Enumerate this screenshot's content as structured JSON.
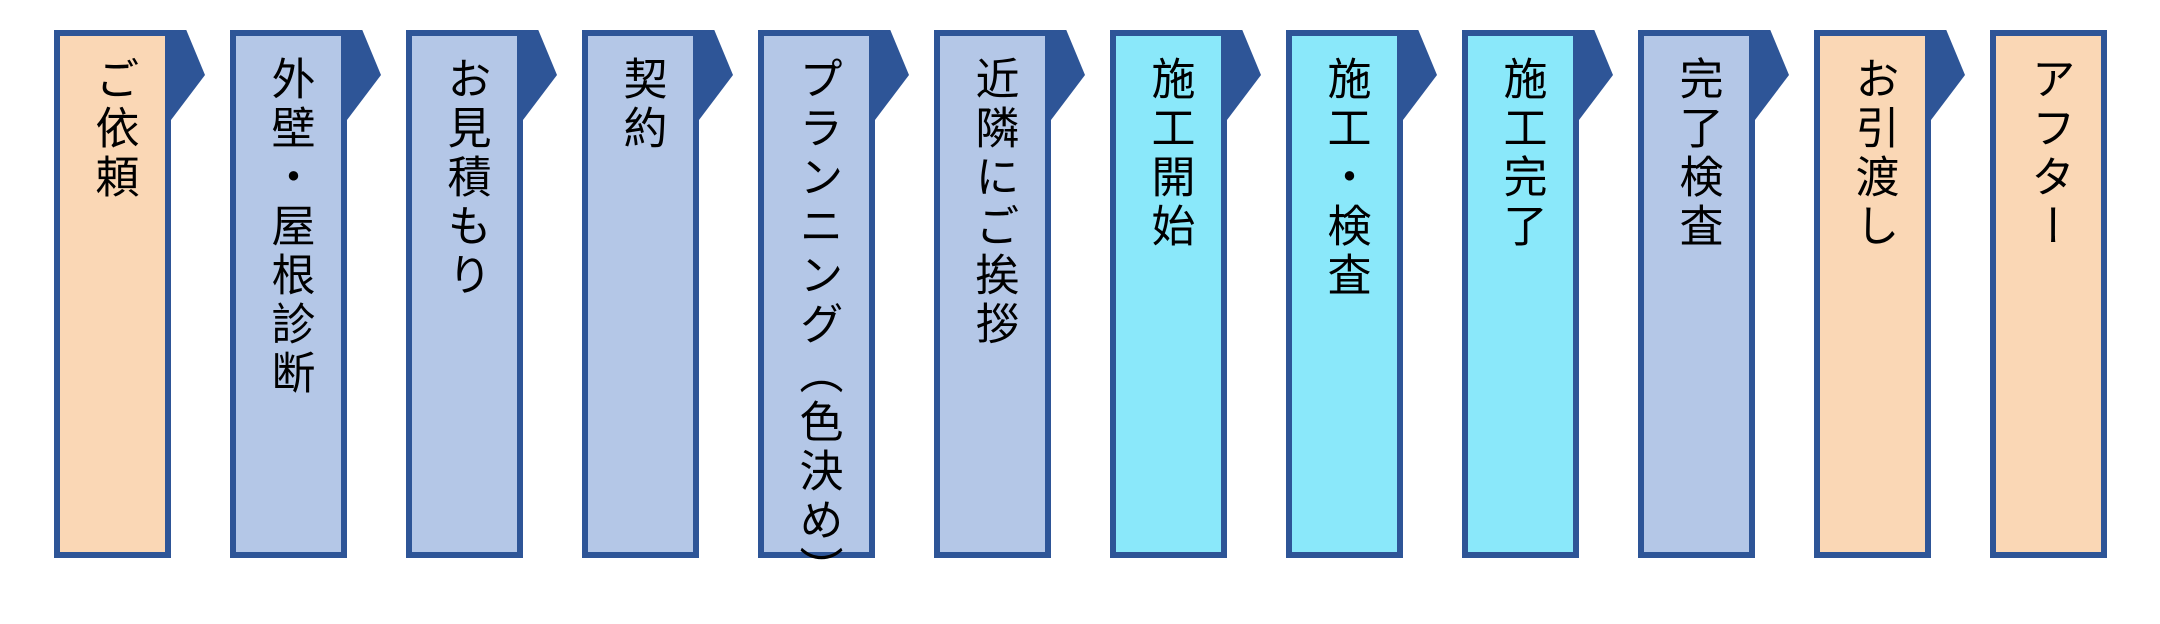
{
  "diagram": {
    "title": "construction-process-flow",
    "colors": {
      "border": "#2E5597",
      "arrow": "#2E5597",
      "peach": "#FAD7B5",
      "blue": "#B4C7E7",
      "cyan": "#8AE8FA",
      "background": "#FFFFFF",
      "text": "#000000"
    },
    "steps": [
      {
        "label": "ご依頼",
        "fill": "peach",
        "arrow": true
      },
      {
        "label": "外壁・屋根診断",
        "fill": "blue",
        "arrow": true
      },
      {
        "label": "お見積もり",
        "fill": "blue",
        "arrow": true
      },
      {
        "label": "契約",
        "fill": "blue",
        "arrow": true
      },
      {
        "label": "プランニング（色決め）",
        "fill": "blue",
        "arrow": true
      },
      {
        "label": "近隣にご挨拶",
        "fill": "blue",
        "arrow": true
      },
      {
        "label": "施工開始",
        "fill": "cyan",
        "arrow": true
      },
      {
        "label": "施工・検査",
        "fill": "cyan",
        "arrow": true
      },
      {
        "label": "施工完了",
        "fill": "cyan",
        "arrow": true
      },
      {
        "label": "完了検査",
        "fill": "blue",
        "arrow": true
      },
      {
        "label": "お引渡し",
        "fill": "peach",
        "arrow": true
      },
      {
        "label": "アフター",
        "fill": "peach",
        "arrow": false
      }
    ]
  }
}
